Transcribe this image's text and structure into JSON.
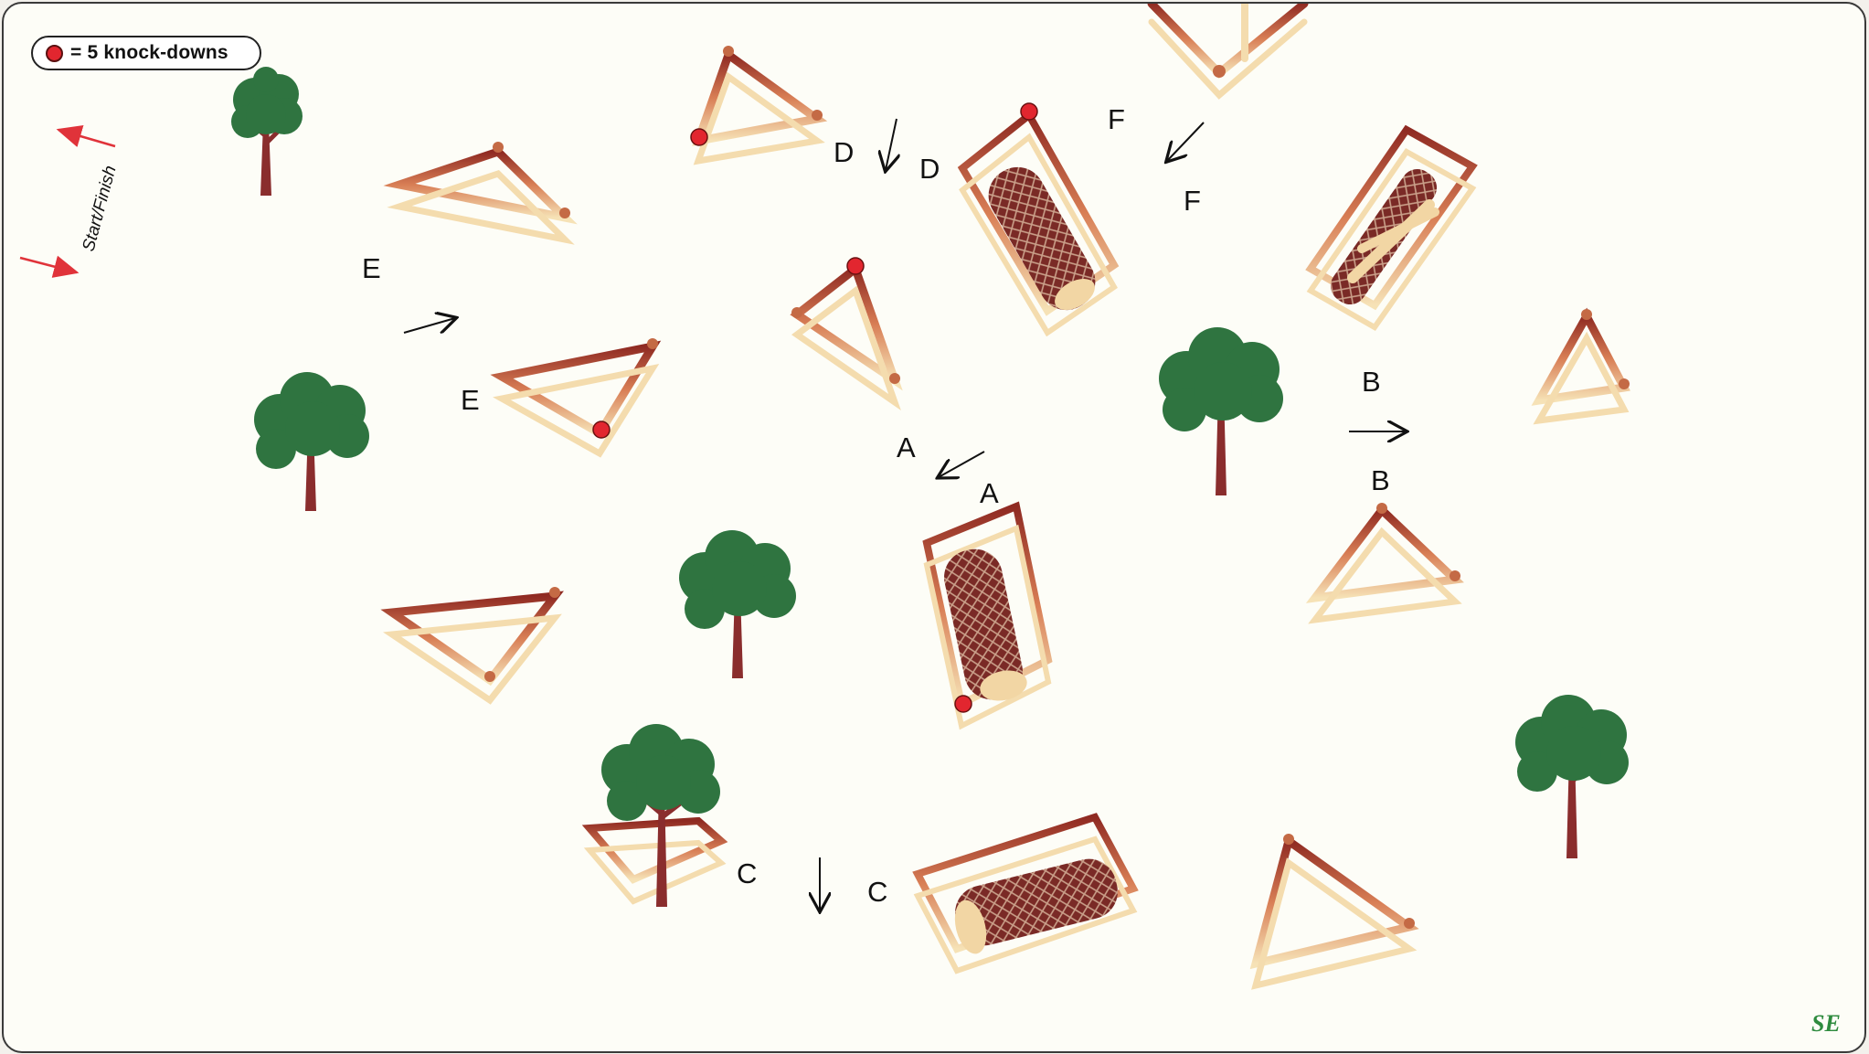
{
  "legend": {
    "text": "= 5 knock-downs",
    "dot_color": "#e2262f"
  },
  "start_finish": {
    "text": "Start/Finish",
    "arrow_color": "#e0333a"
  },
  "signature": "SE",
  "colors": {
    "rail_dark": "#8f2a22",
    "rail_light": "#f4dcae",
    "tree_green": "#2f7440",
    "trunk": "#8a2d2d",
    "knockdown": "#e2262f",
    "background": "#fdfdf7"
  },
  "jump_labels": [
    {
      "id": "a-in",
      "text": "A"
    },
    {
      "id": "a-out",
      "text": "A"
    },
    {
      "id": "b-in",
      "text": "B"
    },
    {
      "id": "b-out",
      "text": "B"
    },
    {
      "id": "c-in",
      "text": "C"
    },
    {
      "id": "c-out",
      "text": "C"
    },
    {
      "id": "d-in",
      "text": "D"
    },
    {
      "id": "d-out",
      "text": "D"
    },
    {
      "id": "e-in",
      "text": "E"
    },
    {
      "id": "e-out",
      "text": "E"
    },
    {
      "id": "f-in",
      "text": "F"
    },
    {
      "id": "f-out",
      "text": "F"
    }
  ],
  "icons": {
    "tree": "tree-icon",
    "fence": "triangle-fence-icon",
    "log_jump": "log-jump-icon",
    "direction_arrow": "direction-arrow-icon",
    "knockdown": "knockdown-marker-icon"
  }
}
